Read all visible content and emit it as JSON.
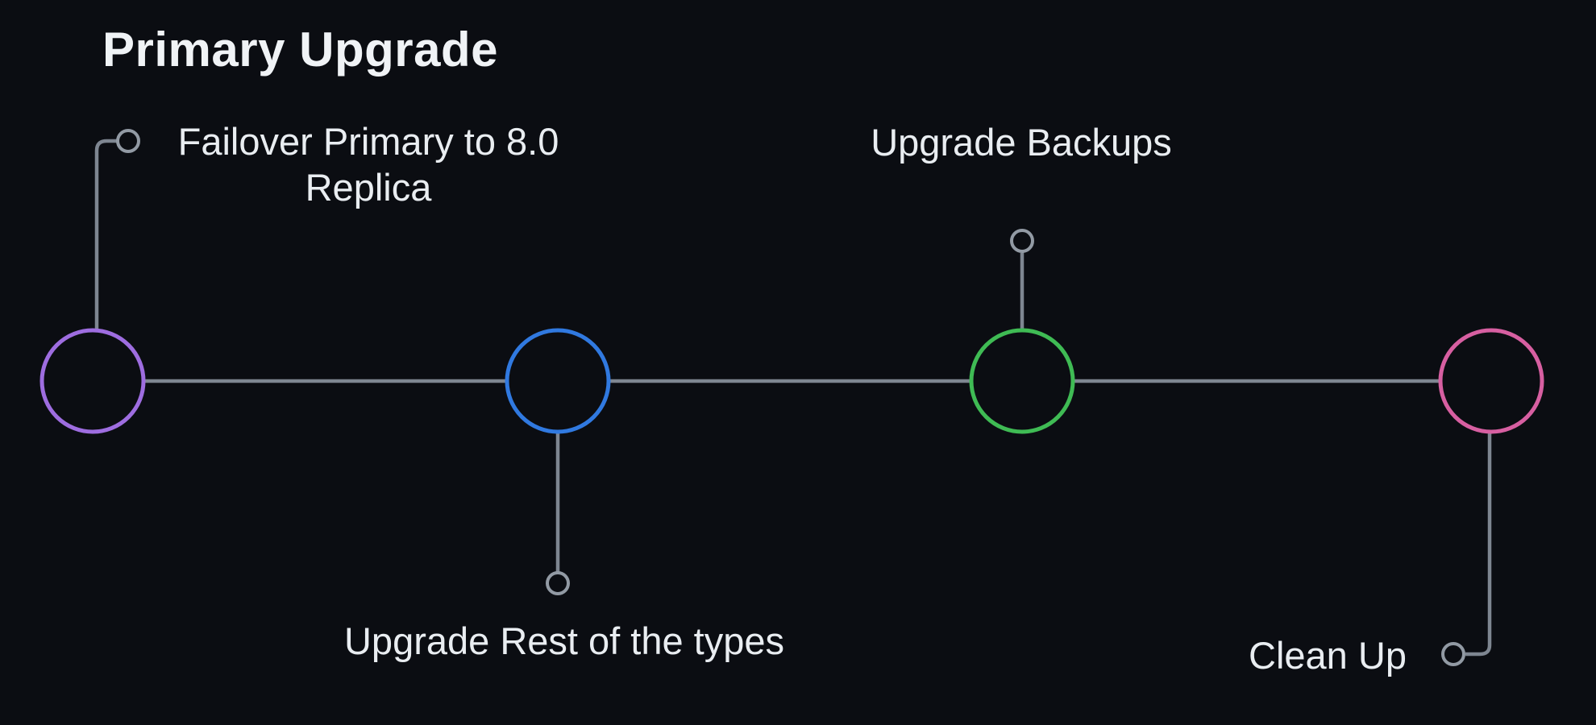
{
  "title": "Primary Upgrade",
  "colors": {
    "background": "#0b0d12",
    "text": "#e9edf1",
    "connector_gray": "#7e8691",
    "terminal_ring_gray": "#929aa4"
  },
  "steps": [
    {
      "lines": [
        "Failover Primary to 8.0",
        "Replica"
      ],
      "node_color": "#9e6de0",
      "label_side": "top"
    },
    {
      "lines": [
        "Upgrade Rest of the types"
      ],
      "node_color": "#3079e0",
      "label_side": "bottom"
    },
    {
      "lines": [
        "Upgrade Backups"
      ],
      "node_color": "#3fbb54",
      "label_side": "top"
    },
    {
      "lines": [
        "Clean Up"
      ],
      "node_color": "#d75fa1",
      "label_side": "bottom"
    }
  ]
}
